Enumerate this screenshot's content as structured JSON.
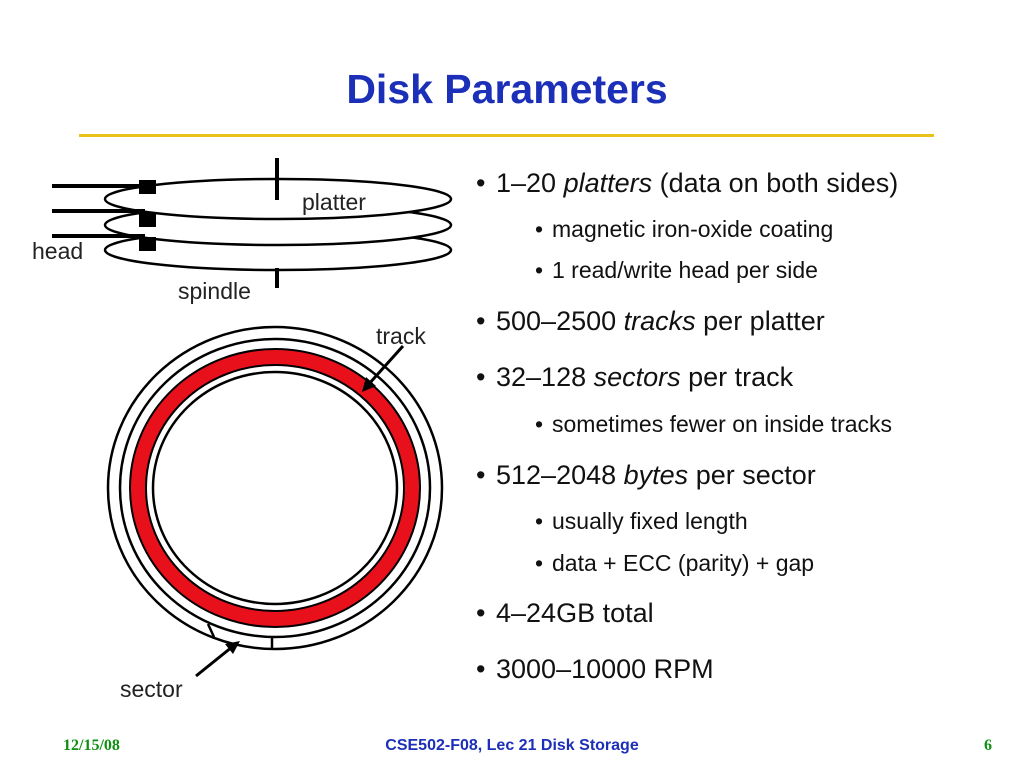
{
  "title": "Disk Parameters",
  "diagram": {
    "labels": {
      "platter": "platter",
      "head": "head",
      "spindle": "spindle",
      "track": "track",
      "sector": "sector"
    },
    "track_color": "#e8111b"
  },
  "bullets": [
    {
      "level": 1,
      "pre": "1–20 ",
      "em": "platters",
      "post": " (data on both sides)"
    },
    {
      "level": 2,
      "pre": "magnetic iron-oxide coating",
      "em": "",
      "post": ""
    },
    {
      "level": 2,
      "pre": "1 read/write head per side",
      "em": "",
      "post": ""
    },
    {
      "level": 1,
      "pre": "500–2500 ",
      "em": "tracks",
      "post": " per platter"
    },
    {
      "level": 1,
      "pre": "32–128 ",
      "em": "sectors",
      "post": " per track"
    },
    {
      "level": 2,
      "pre": "sometimes fewer on inside tracks",
      "em": "",
      "post": ""
    },
    {
      "level": 1,
      "pre": "512–2048 ",
      "em": "bytes",
      "post": " per sector"
    },
    {
      "level": 2,
      "pre": "usually fixed length",
      "em": "",
      "post": ""
    },
    {
      "level": 2,
      "pre": "data + ECC (parity) + gap",
      "em": "",
      "post": ""
    },
    {
      "level": 1,
      "pre": "4–24GB total",
      "em": "",
      "post": ""
    },
    {
      "level": 1,
      "pre": "3000–10000 RPM",
      "em": "",
      "post": ""
    }
  ],
  "footer": {
    "date": "12/15/08",
    "course": "CSE502-F08, Lec 21 Disk Storage",
    "page": "6"
  }
}
